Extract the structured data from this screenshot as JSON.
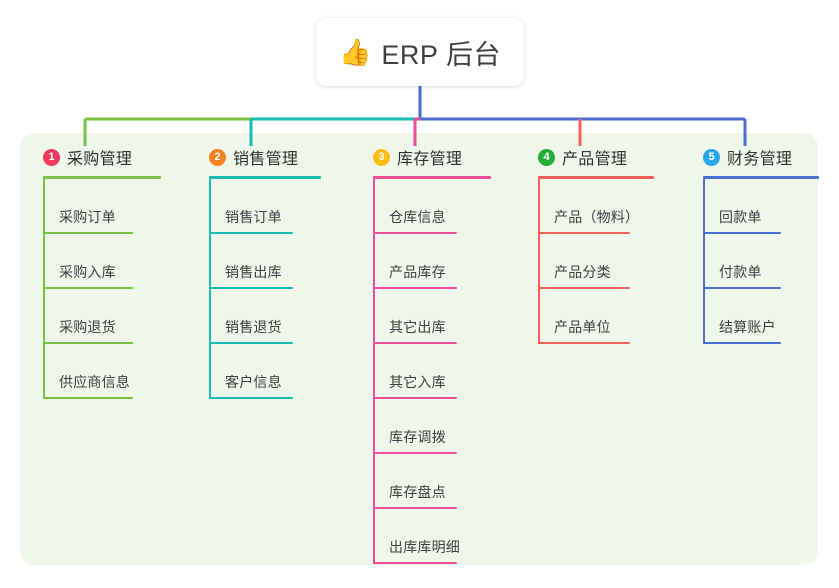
{
  "root": {
    "icon": "thumbs-up-icon",
    "emoji": "👍",
    "title": "ERP 后台"
  },
  "panel": {
    "background_color": "#eef7e9"
  },
  "columns": [
    {
      "number": "1",
      "title": "采购管理",
      "badge_color": "#ef3a5d",
      "line_color": "#7ac143",
      "connector_color": "#7ac143",
      "items": [
        {
          "label": "采购订单"
        },
        {
          "label": "采购入库"
        },
        {
          "label": "采购退货"
        },
        {
          "label": "供应商信息"
        }
      ]
    },
    {
      "number": "2",
      "title": "销售管理",
      "badge_color": "#f58220",
      "line_color": "#18bdb0",
      "connector_color": "#18bdb0",
      "items": [
        {
          "label": "销售订单"
        },
        {
          "label": "销售出库"
        },
        {
          "label": "销售退货"
        },
        {
          "label": "客户信息"
        }
      ]
    },
    {
      "number": "3",
      "title": "库存管理",
      "badge_color": "#fbbc16",
      "line_color": "#ef4c9a",
      "connector_color": "#ef4c9a",
      "items": [
        {
          "label": "仓库信息"
        },
        {
          "label": "产品库存"
        },
        {
          "label": "其它出库"
        },
        {
          "label": "其它入库"
        },
        {
          "label": "库存调拨"
        },
        {
          "label": "库存盘点"
        },
        {
          "label": "出库库明细"
        }
      ]
    },
    {
      "number": "4",
      "title": "产品管理",
      "badge_color": "#22ac38",
      "line_color": "#f4605c",
      "connector_color": "#f4605c",
      "items": [
        {
          "label": "产品（物料）"
        },
        {
          "label": "产品分类"
        },
        {
          "label": "产品单位"
        }
      ]
    },
    {
      "number": "5",
      "title": "财务管理",
      "badge_color": "#27a7e7",
      "line_color": "#4a6fd0",
      "connector_color": "#4a6fd0",
      "items": [
        {
          "label": "回款单"
        },
        {
          "label": "付款单"
        },
        {
          "label": "结算账户"
        }
      ]
    }
  ],
  "trunk": {
    "stem_color": "#4a6fd0"
  }
}
